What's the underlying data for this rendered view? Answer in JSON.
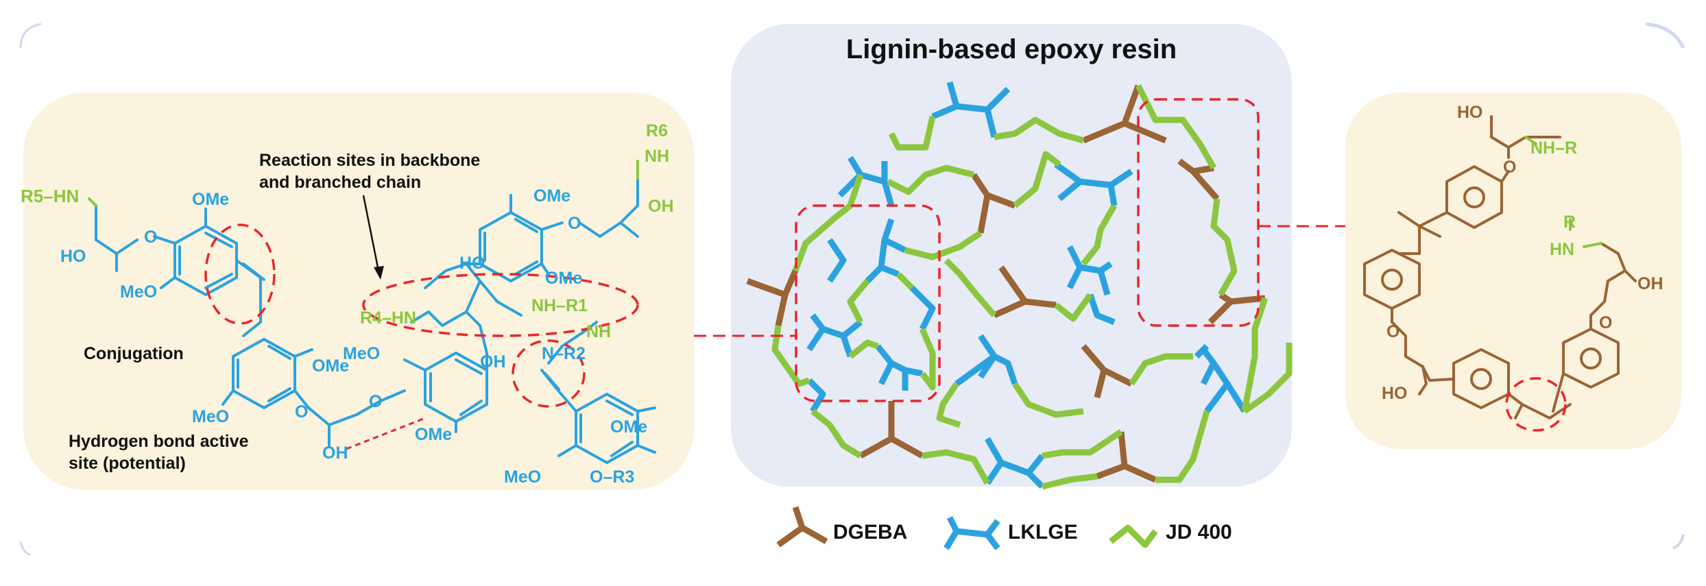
{
  "title": "Lignin-based epoxy resin",
  "annotations": {
    "reaction_sites_line1": "Reaction sites in backbone",
    "reaction_sites_line2": "and branched chain",
    "conjugation": "Conjugation",
    "hbond_line1": "Hydrogen bond active",
    "hbond_line2": "site (potential)"
  },
  "left_labels": {
    "r5hn": "R5–HN",
    "ho1": "HO",
    "o1": "O",
    "ome1": "OMe",
    "meo1": "MeO",
    "ome2": "OMe",
    "meo2": "MeO",
    "o2": "O",
    "o3": "O",
    "oh1": "OH",
    "r4hn": "R4–HN",
    "nhr1": "NH–R1",
    "ho2": "HO",
    "ome3": "OMe",
    "o4": "O",
    "oh2": "OH",
    "ome4": "OMe",
    "r6": "R6",
    "nh1": "NH",
    "meo3": "MeO",
    "oh3": "OH",
    "ome5": "OMe",
    "nh2": "NH",
    "nr2": "N–R2",
    "ome6": "OMe",
    "meo4": "MeO",
    "or3": "O–R3"
  },
  "right_labels": {
    "ho1": "HO",
    "o1": "O",
    "nhr": "NH–R",
    "r": "R",
    "hn": "HN",
    "oh": "OH",
    "o2": "O",
    "o3": "O",
    "ho2": "HO"
  },
  "legend": [
    {
      "name": "DGEBA",
      "color": "#9a6434"
    },
    {
      "name": "LKLGE",
      "color": "#2aa2df"
    },
    {
      "name": "JD 400",
      "color": "#8bc63e"
    }
  ],
  "colors": {
    "dgeba": "#9a6434",
    "lklge": "#2aa2df",
    "jd400": "#8bc63e",
    "highlight": "#e8262b",
    "left_bg": "#fbf3dd",
    "mid_bg": "#e7ebf6"
  }
}
